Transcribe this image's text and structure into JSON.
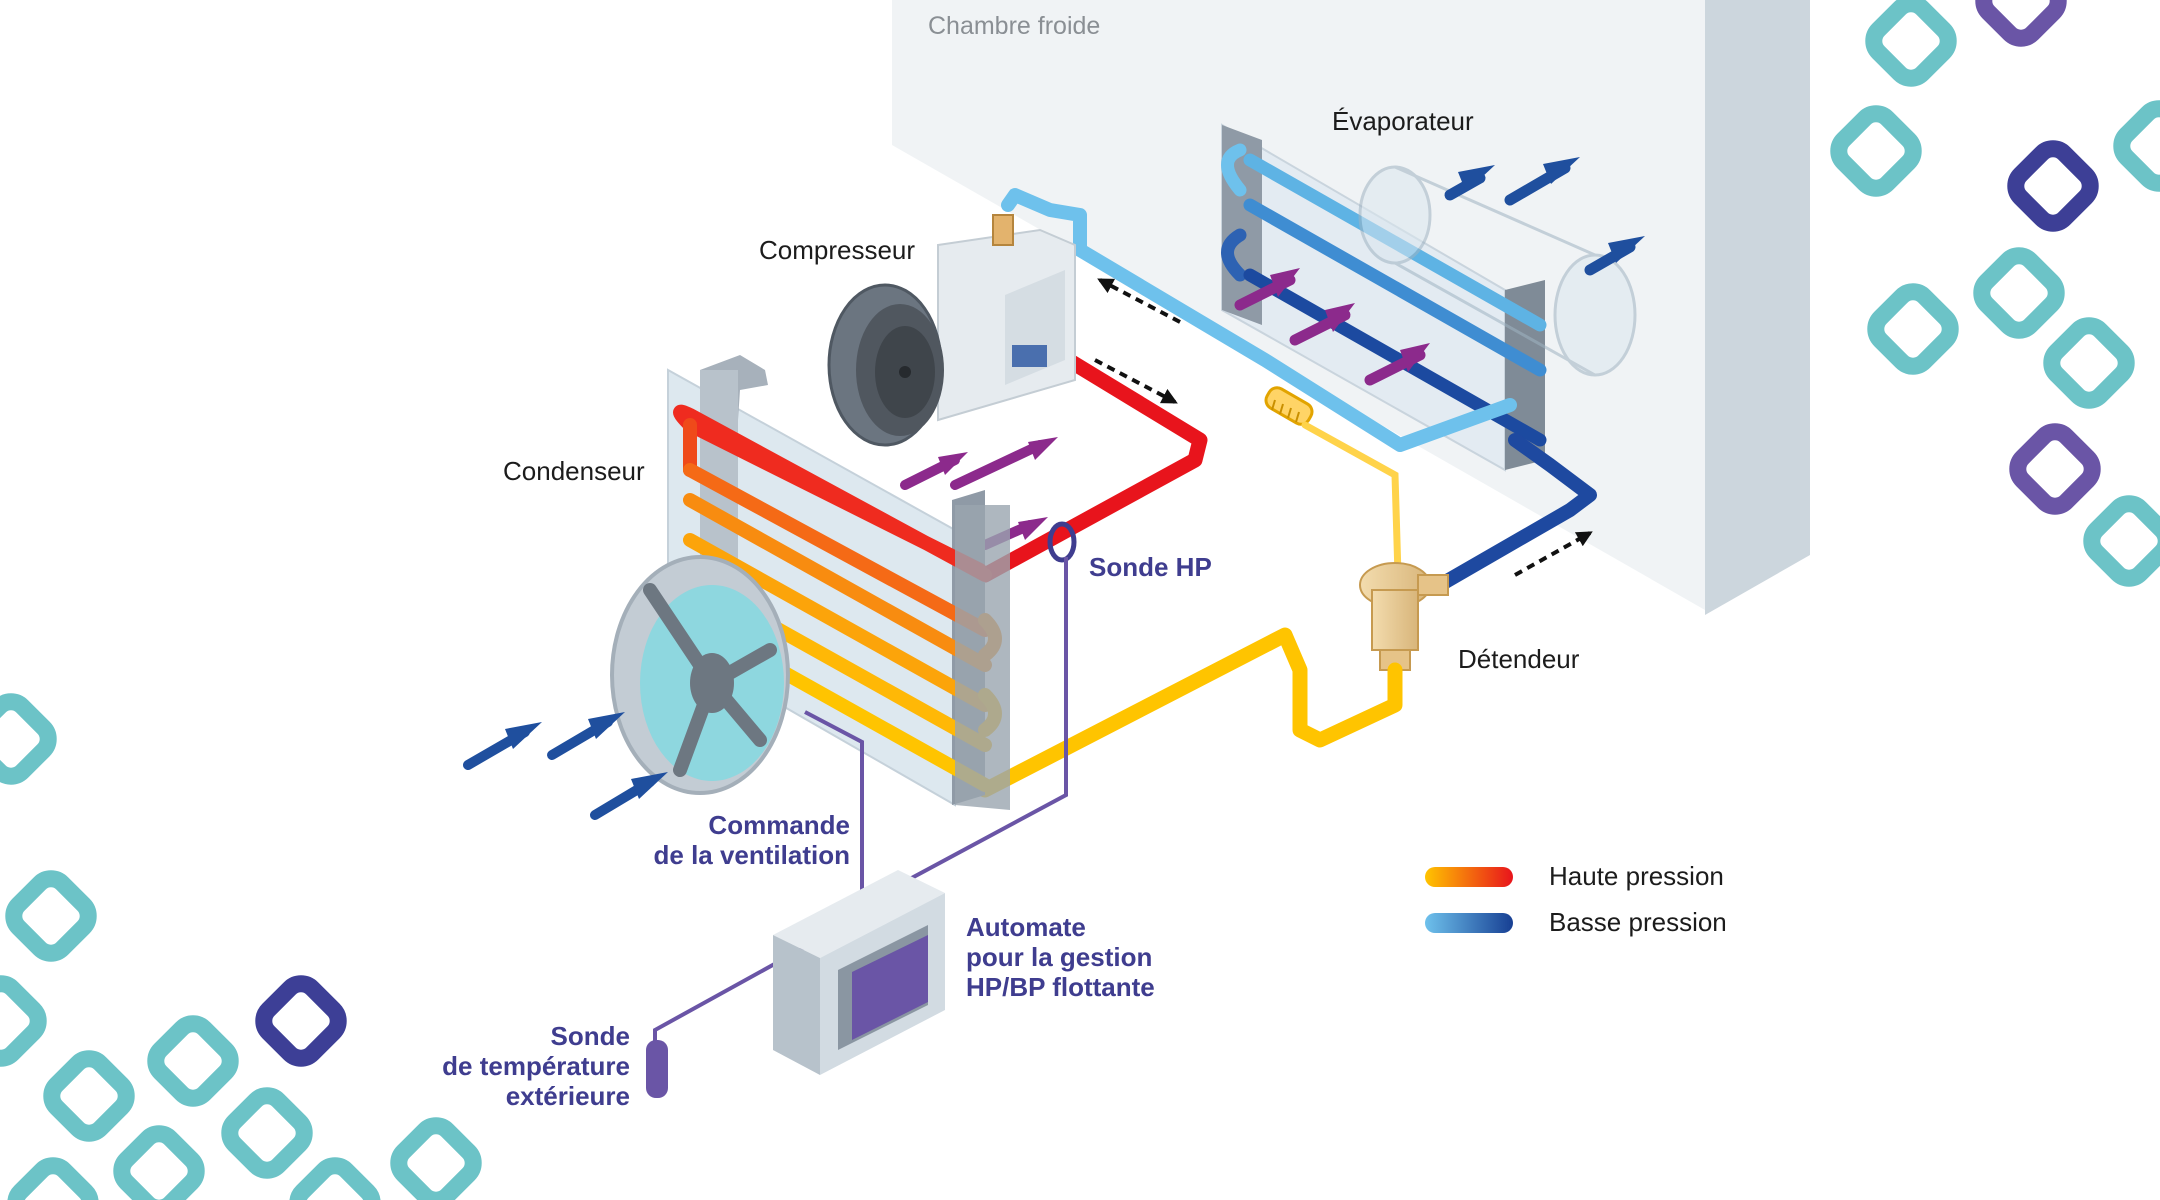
{
  "labels": {
    "cold_room": "Chambre froide",
    "evaporator": "Évaporateur",
    "compressor": "Compresseur",
    "condenser": "Condenseur",
    "sensor_hp": "Sonde HP",
    "expansion_valve": "Détendeur",
    "fan_control": [
      "Commande",
      "de la ventilation"
    ],
    "controller": [
      "Automate",
      "pour la gestion",
      "HP/BP flottante"
    ],
    "outdoor_sensor": [
      "Sonde",
      "de température",
      "extérieure"
    ]
  },
  "legend": [
    {
      "label": "Haute pression",
      "gradient": [
        "#ffc400",
        "#e8141c"
      ]
    },
    {
      "label": "Basse pression",
      "gradient": [
        "#6ec1ec",
        "#173f93"
      ]
    }
  ],
  "colors": {
    "hp_hot": "#e8141c",
    "hp_mid": "#f57714",
    "hp_cool": "#ffc400",
    "bp_light": "#6ec1ec",
    "bp_dark": "#173f93",
    "air_in": "#1f4f9e",
    "heat_arrow": "#8c2a8c",
    "annotation": "#3f3d8f",
    "deco_teal": "#6cc3c7",
    "deco_navy": "#3d3f96",
    "deco_purple": "#6a55a6",
    "cold_room_wall": "#f0f3f5"
  }
}
